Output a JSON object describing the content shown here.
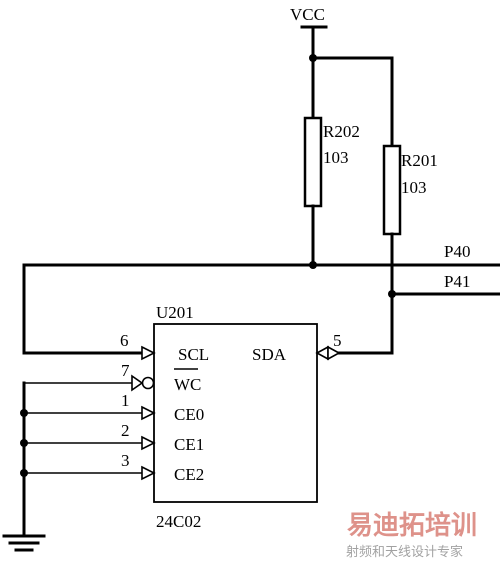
{
  "supply": {
    "label": "VCC"
  },
  "resistors": [
    {
      "ref": "R202",
      "value": "103"
    },
    {
      "ref": "R201",
      "value": "103"
    }
  ],
  "nets": {
    "p40": "P40",
    "p41": "P41"
  },
  "ic": {
    "ref": "U201",
    "part": "24C02",
    "pins": {
      "scl": {
        "name": "SCL",
        "number": "6"
      },
      "wc": {
        "name": "WC",
        "number": "7"
      },
      "ce0": {
        "name": "CE0",
        "number": "1"
      },
      "ce1": {
        "name": "CE1",
        "number": "2"
      },
      "ce2": {
        "name": "CE2",
        "number": "3"
      },
      "sda": {
        "name": "SDA",
        "number": "5"
      }
    }
  },
  "watermark": {
    "title": "易迪拓培训",
    "subtitle": "射频和天线设计专家"
  }
}
